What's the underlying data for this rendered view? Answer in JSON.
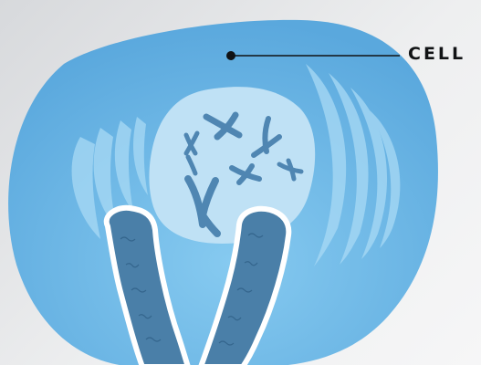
{
  "label": {
    "text": "CELL"
  },
  "colors": {
    "background": "#e6e7e9",
    "cell": "#5faee2",
    "cell_light": "#86caf0",
    "nucleus": "#bfe1f5",
    "chromosome": "#4f86b2",
    "organelle": "#a9daf5",
    "chromosome_large": "#4a7fa8",
    "outline": "#ffffff",
    "pointer": "#111315"
  },
  "icons": [
    "cell-membrane",
    "nucleus",
    "chromosome",
    "golgi-apparatus",
    "pointer-dot"
  ]
}
